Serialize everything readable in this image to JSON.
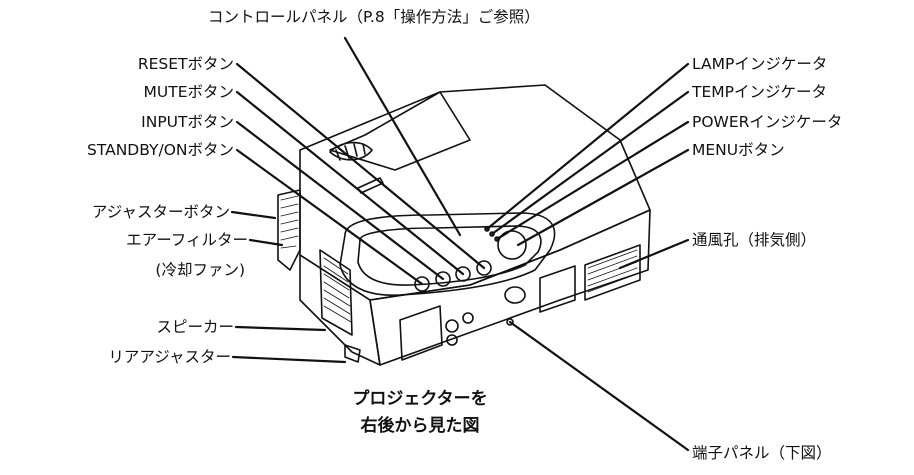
{
  "labels": {
    "control_panel": "コントロールパネル（P.8「操作方法」ご参照）",
    "reset_button": "RESETボタン",
    "mute_button": "MUTEボタン",
    "input_button": "INPUTボタン",
    "standby_button": "STANDBY/ONボタン",
    "adjuster_button": "アジャスターボタン",
    "air_filter": "エアーフィルター",
    "cooling_fan": "(冷却ファン)",
    "speaker": "スピーカー",
    "rear_adjuster": "リアアジャスター",
    "lamp_indicator": "LAMPインジケータ",
    "temp_indicator": "TEMPインジケータ",
    "power_indicator": "POWERインジケータ",
    "menu_button": "MENUボタン",
    "exhaust_vent": "通風孔（排気側）",
    "terminal_panel": "端子パネル（下図）"
  },
  "caption": {
    "line1": "プロジェクターを",
    "line2": "右後から見た図"
  }
}
